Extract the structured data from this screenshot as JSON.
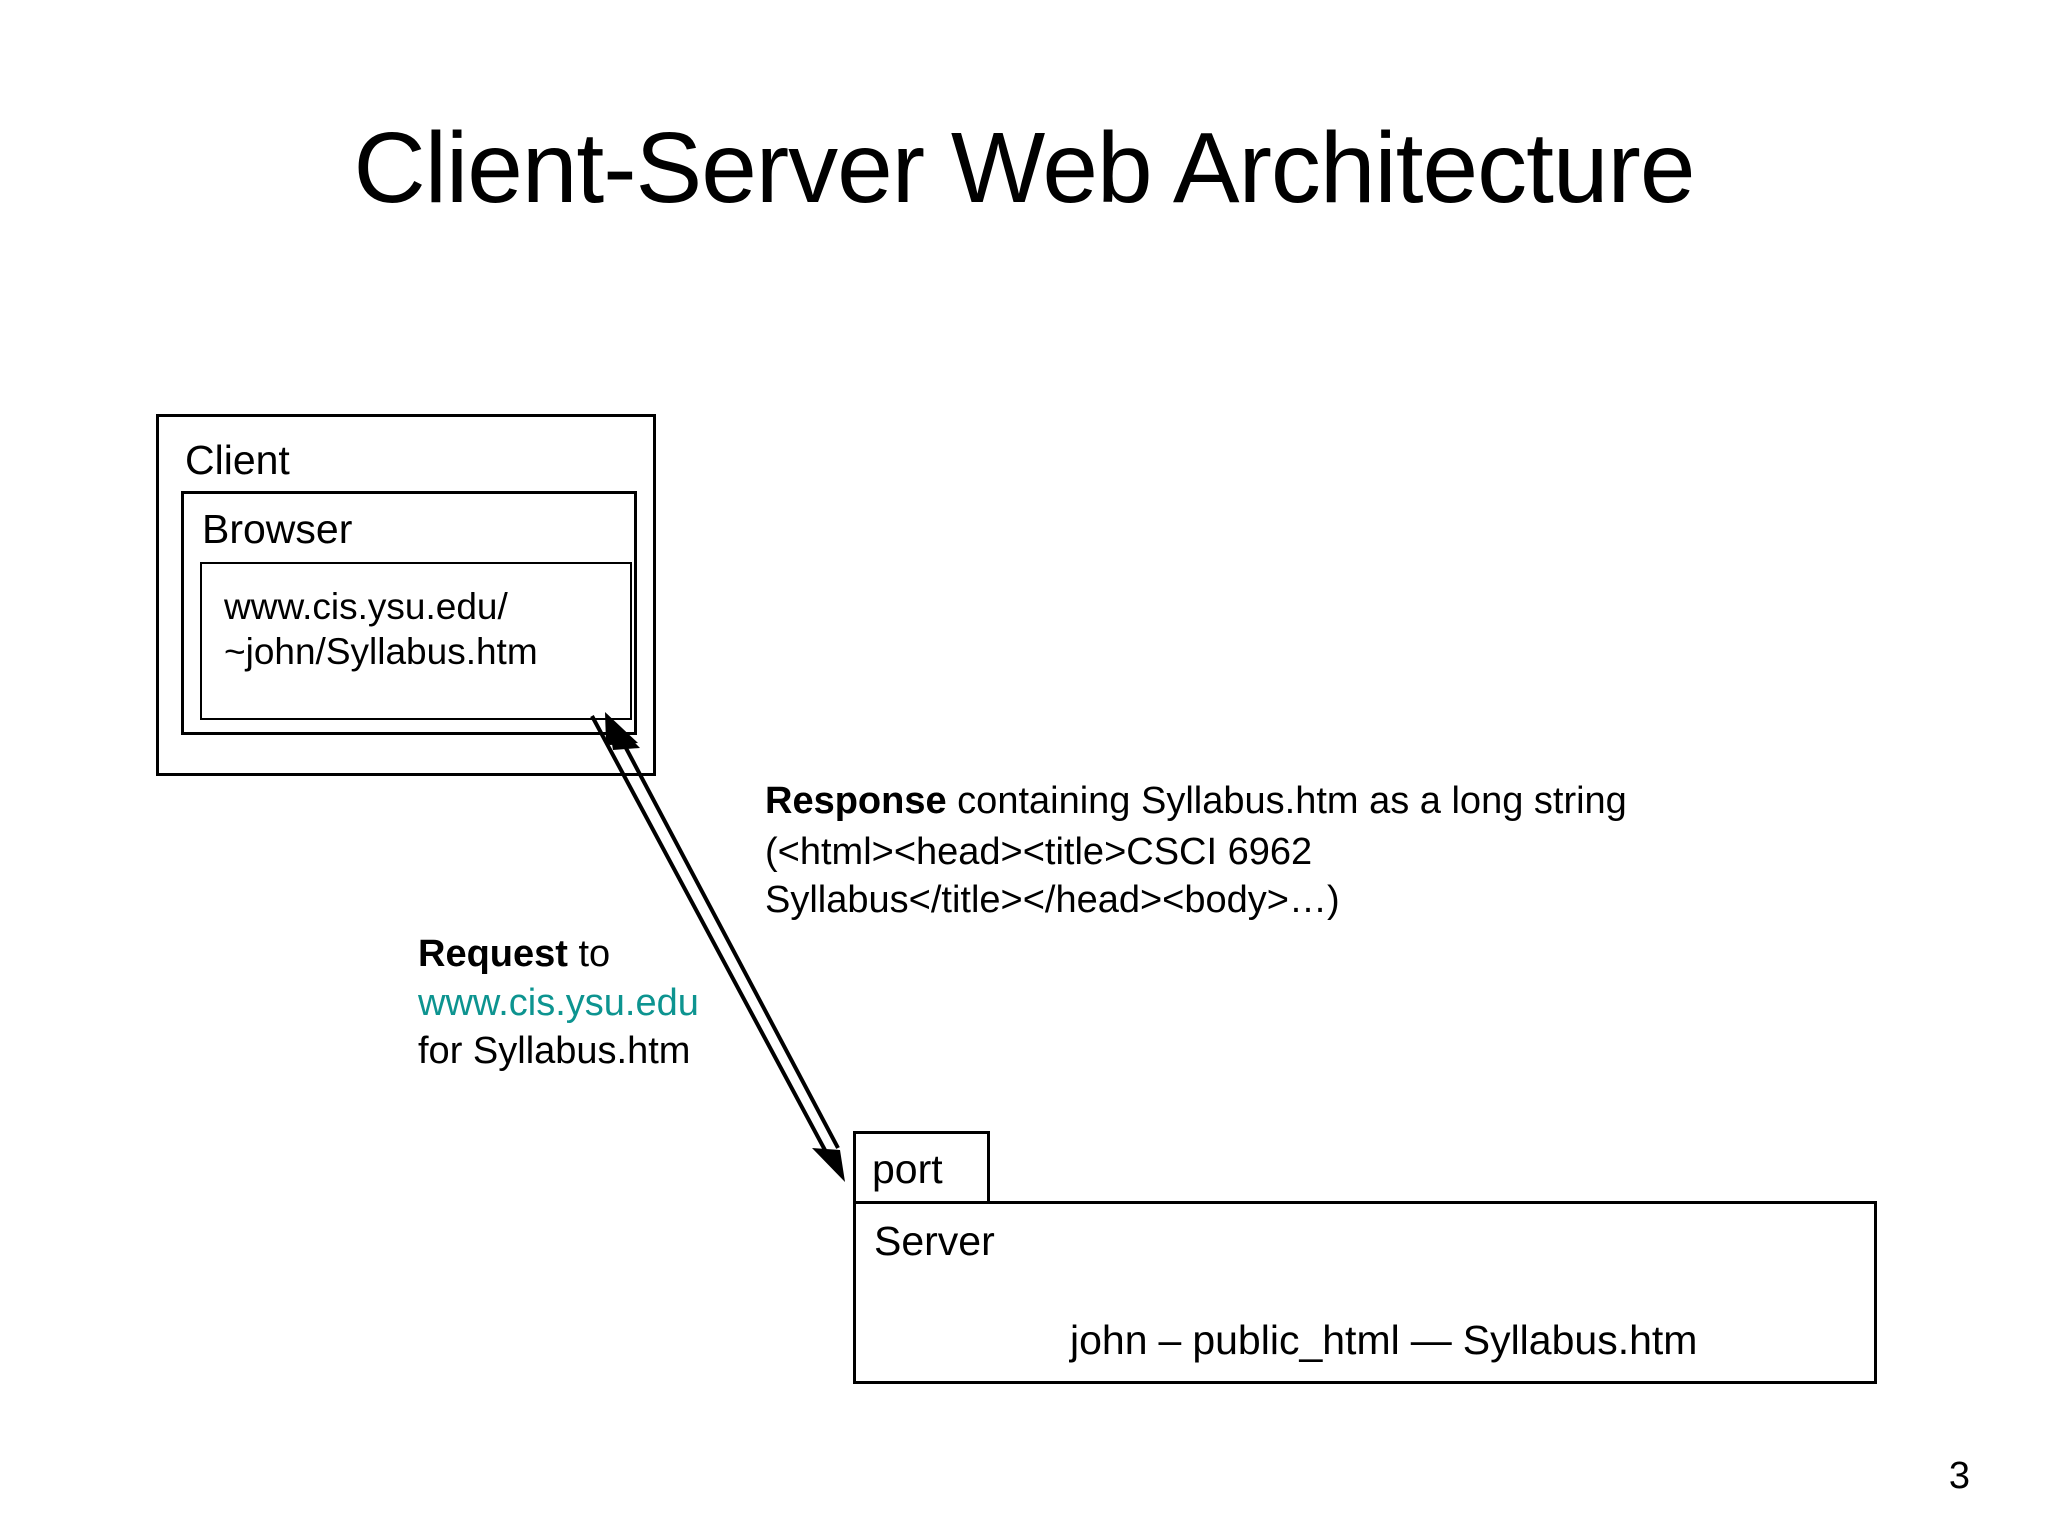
{
  "slide": {
    "title": "Client-Server Web Architecture",
    "page_number": "3",
    "background_color": "#ffffff",
    "ink_color": "#000000",
    "accent_color": "#0d9490"
  },
  "client": {
    "label": "Client",
    "browser": {
      "label": "Browser",
      "address_bar": {
        "value": "www.cis.ysu.edu/\n~john/Syllabus.htm"
      }
    }
  },
  "server": {
    "port_label": "port",
    "label": "Server",
    "path": {
      "user_dir": "john",
      "separator1": "–",
      "public_dir": "public_html",
      "separator2": "—",
      "file": "Syllabus.htm"
    }
  },
  "annotations": {
    "response": {
      "lead": "Response",
      "text_before_file": " containing ",
      "file": "Syllabus.htm",
      "text_after_file": " as a long string",
      "markup": "(<html><head><title>CSCI 6962\nSyllabus</title></head><body>…)"
    },
    "request": {
      "lead": "Request",
      "text_after_lead": " to",
      "host": "www.cis.ysu.edu",
      "target": "for Syllabus.htm"
    }
  },
  "arrows": [
    {
      "name": "response-arrow",
      "direction": "server-to-client",
      "from": "port",
      "to": "browser"
    },
    {
      "name": "request-arrow",
      "direction": "client-to-server",
      "from": "browser",
      "to": "port"
    }
  ]
}
